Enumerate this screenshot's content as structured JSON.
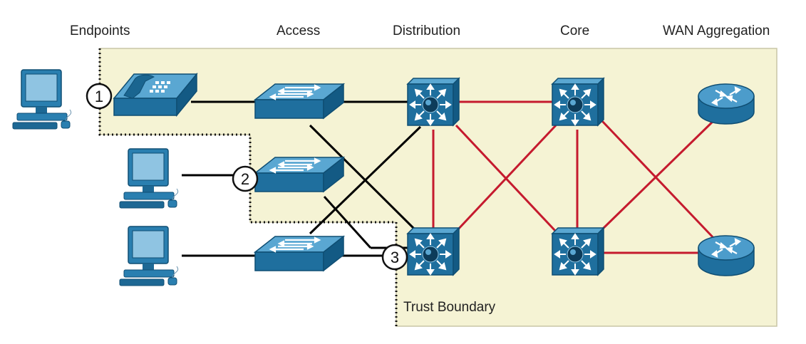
{
  "columns": {
    "endpoints": "Endpoints",
    "access": "Access",
    "distribution": "Distribution",
    "core": "Core",
    "wan_aggregation": "WAN Aggregation"
  },
  "trust_boundary_label": "Trust Boundary",
  "badges": [
    "1",
    "2",
    "3"
  ],
  "colors": {
    "zone_fill": "#f5f3d4",
    "device_blue": "#1f6f9e",
    "device_dark": "#114e72",
    "trusted_link": "#c51a2e",
    "untrusted_link": "#000000"
  }
}
